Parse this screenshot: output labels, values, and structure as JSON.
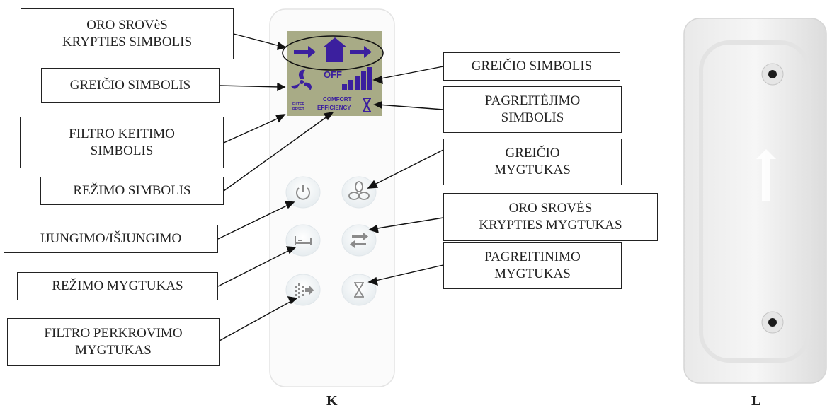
{
  "labels": {
    "airflow_symbol": "ORO SROVèS\nKRYPTIES SIMBOLIS",
    "speed_symbol_left": "GREIČIO SIMBOLIS",
    "filter_change_symbol": "FILTRO KEITIMO\nSIMBOLIS",
    "mode_symbol": "REŽIMO SIMBOLIS",
    "power": "IJUNGIMO/IŠJUNGIMO",
    "mode_button": "REŽIMO MYGTUKAS",
    "filter_reset_button": "FILTRO PERKROVIMO\nMYGTUKAS",
    "speed_symbol_right": "GREIČIO SIMBOLIS",
    "boost_symbol": "PAGREITĖJIMO\nSIMBOLIS",
    "speed_button": "GREIČIO\nMYGTUKAS",
    "airflow_button": "ORO SROVĖS\nKRYPTIES MYGTUKAS",
    "boost_button": "PAGREITINIMO\nMYGTUKAS"
  },
  "display": {
    "off": "OFF",
    "comfort": "COMFORT",
    "efficiency": "EFFICIENCY",
    "filter": "FILTER",
    "reset": "RESET"
  },
  "figures": {
    "left": "K",
    "right": "L"
  },
  "colors": {
    "lcd_bg": "#a8ab86",
    "icon": "#3b1f9e",
    "remote": "#ffffff"
  }
}
